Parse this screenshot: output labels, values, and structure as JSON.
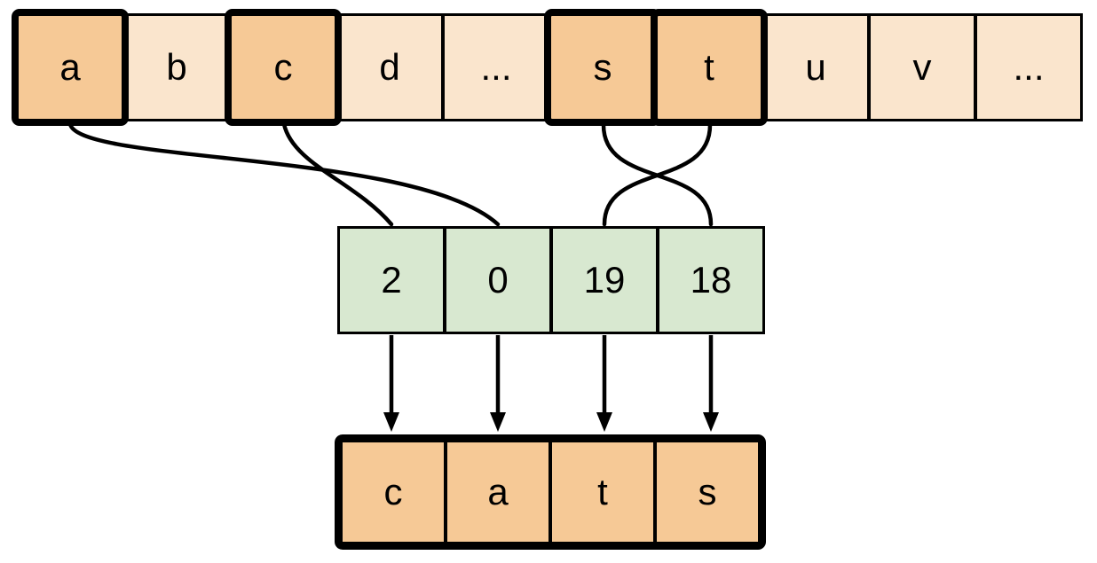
{
  "diagram_title": "",
  "alphabet_row": {
    "cells": [
      {
        "label": "a",
        "highlighted": true
      },
      {
        "label": "b",
        "highlighted": false
      },
      {
        "label": "c",
        "highlighted": true
      },
      {
        "label": "d",
        "highlighted": false
      },
      {
        "label": "...",
        "highlighted": false
      },
      {
        "label": "s",
        "highlighted": true
      },
      {
        "label": "t",
        "highlighted": true
      },
      {
        "label": "u",
        "highlighted": false
      },
      {
        "label": "v",
        "highlighted": false
      },
      {
        "label": "...",
        "highlighted": false
      }
    ]
  },
  "index_row": {
    "cells": [
      {
        "label": "2"
      },
      {
        "label": "0"
      },
      {
        "label": "19"
      },
      {
        "label": "18"
      }
    ]
  },
  "word_row": {
    "cells": [
      {
        "label": "c"
      },
      {
        "label": "a"
      },
      {
        "label": "t"
      },
      {
        "label": "s"
      }
    ]
  },
  "mappings": {
    "letter_to_index": [
      {
        "from": "a",
        "to": "0"
      },
      {
        "from": "c",
        "to": "2"
      },
      {
        "from": "s",
        "to": "18"
      },
      {
        "from": "t",
        "to": "19"
      }
    ],
    "index_to_word": [
      {
        "from": "2",
        "to": "c"
      },
      {
        "from": "0",
        "to": "a"
      },
      {
        "from": "19",
        "to": "t"
      },
      {
        "from": "18",
        "to": "s"
      }
    ]
  },
  "colors": {
    "highlight_fill": "#f6c996",
    "light_fill": "#fae5cd",
    "index_fill": "#d8e8d0",
    "stroke": "#000000",
    "background": "#ffffff"
  }
}
